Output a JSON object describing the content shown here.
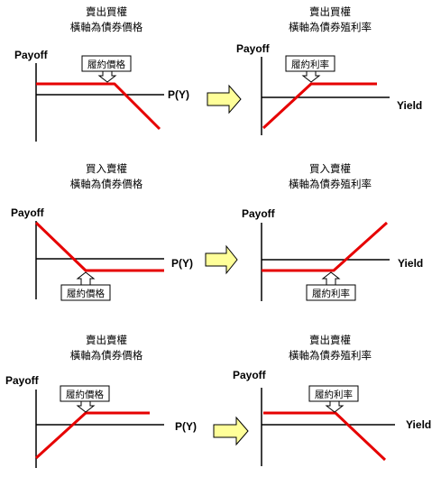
{
  "rows": [
    {
      "left": {
        "caption1": "賣出買權",
        "caption2": "橫軸為債券價格",
        "ylabel": "Payoff",
        "xlabel": "P(Y)",
        "callout": "履約價格"
      },
      "right": {
        "caption1": "賣出買權",
        "caption2": "橫軸為債券殖利率",
        "ylabel": "Payoff",
        "xlabel": "Yield",
        "callout": "履約利率"
      }
    },
    {
      "left": {
        "caption1": "買入賣權",
        "caption2": "橫軸為債券價格",
        "ylabel": "Payoff",
        "xlabel": "P(Y)",
        "callout": "履約價格"
      },
      "right": {
        "caption1": "買入賣權",
        "caption2": "橫軸為債券殖利率",
        "ylabel": "Payoff",
        "xlabel": "Yield",
        "callout": "履約利率"
      }
    },
    {
      "left": {
        "caption1": "賣出賣權",
        "caption2": "橫軸為債券價格",
        "ylabel": "Payoff",
        "xlabel": "P(Y)",
        "callout": "履約價格"
      },
      "right": {
        "caption1": "賣出賣權",
        "caption2": "橫軸為債券殖利率",
        "ylabel": "Payoff",
        "xlabel": "Yield",
        "callout": "履約利率"
      }
    }
  ],
  "colors": {
    "payoff_line": "#e60000",
    "transform_arrow_fill": "#ffff99",
    "axis": "#000000"
  }
}
